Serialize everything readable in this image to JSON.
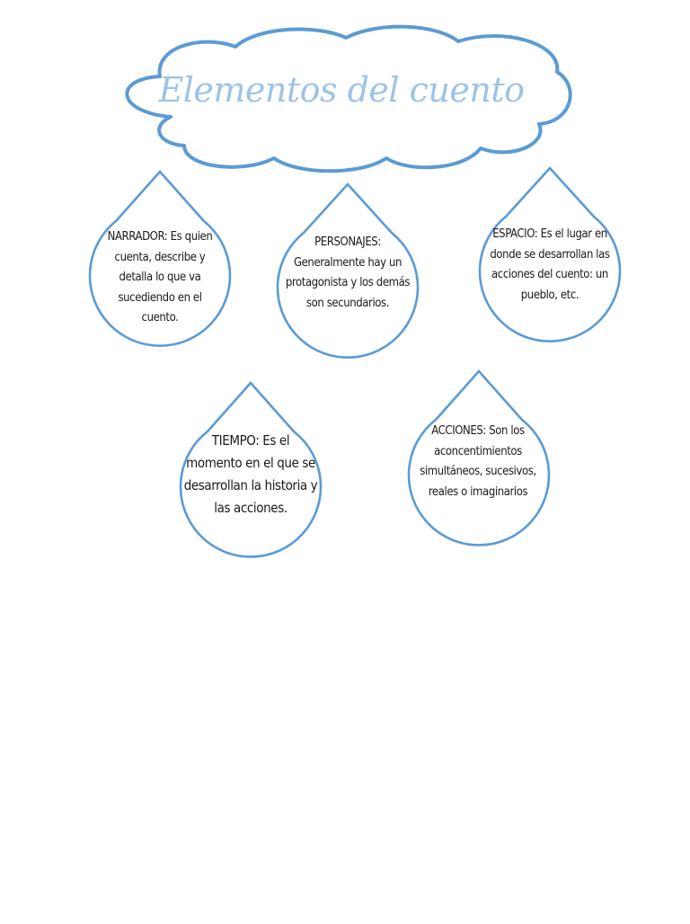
{
  "title": "Elementos del cuento",
  "colors": {
    "outline": "#5b9bd5",
    "title": "#9dc3e6",
    "text": "#1a1a1a"
  },
  "elements": [
    {
      "text": "NARRADOR: Es quien cuenta, describe y detalla lo que va sucediendo en el cuento."
    },
    {
      "text": "PERSONAJES: Generalmente hay un protagonista y los demás son secundarios."
    },
    {
      "text": "ESPACIO: Es el lugar en donde se desarrollan las acciones del cuento: un pueblo, etc."
    },
    {
      "text": "TIEMPO: Es el momento en el que se desarrollan la historia y las acciones."
    },
    {
      "text": "ACCIONES: Son los aconcentimientos simultáneos, sucesivos, reales o imaginarios"
    }
  ]
}
